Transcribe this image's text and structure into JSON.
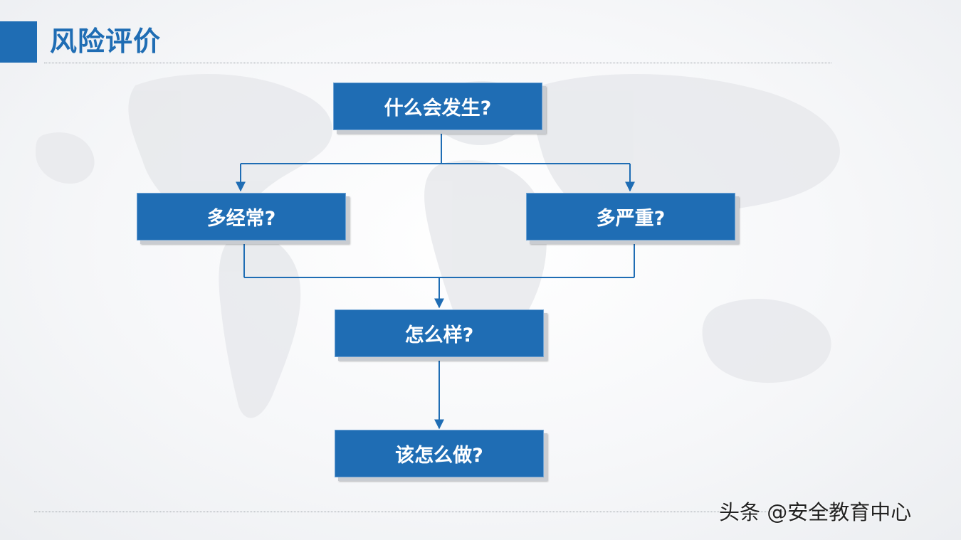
{
  "page": {
    "title": "风险评价"
  },
  "diagram": {
    "nodes": [
      {
        "id": "what",
        "label": "什么会发生?"
      },
      {
        "id": "frequency",
        "label": "多经常?"
      },
      {
        "id": "severity",
        "label": "多严重?"
      },
      {
        "id": "outcome",
        "label": "怎么样?"
      },
      {
        "id": "action",
        "label": "该怎么做?"
      }
    ],
    "edges": [
      {
        "from": "what",
        "to": "frequency"
      },
      {
        "from": "what",
        "to": "severity"
      },
      {
        "from": "frequency",
        "to": "outcome"
      },
      {
        "from": "severity",
        "to": "outcome"
      },
      {
        "from": "outcome",
        "to": "action"
      }
    ]
  },
  "watermark": {
    "text": "头条 @安全教育中心"
  },
  "colors": {
    "accent": "#1f6db4",
    "connector": "#1f6db4",
    "node_text": "#ffffff"
  }
}
